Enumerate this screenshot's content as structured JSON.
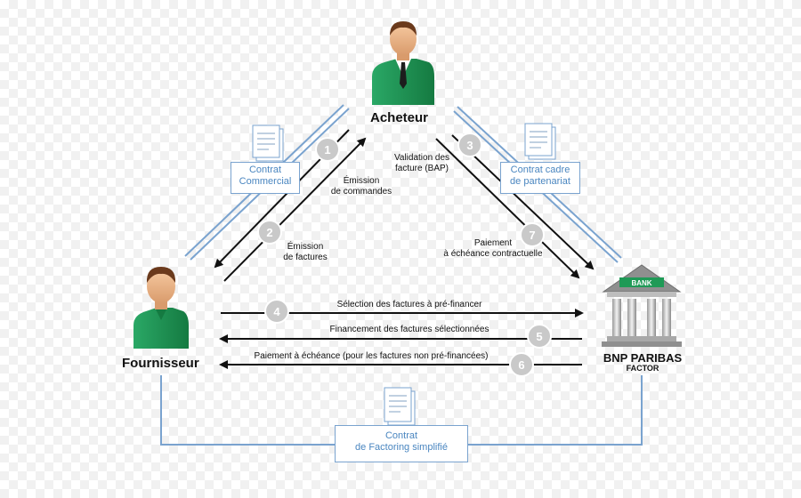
{
  "actors": {
    "buyer": "Acheteur",
    "supplier": "Fournisseur",
    "factor_name": "BNP PARIBAS",
    "factor_sub": "FACTOR",
    "bank_sign": "BANK"
  },
  "contracts": {
    "commercial": [
      "Contrat",
      "Commercial"
    ],
    "partnership": [
      "Contrat cadre",
      "de partenariat"
    ],
    "factoring": [
      "Contrat",
      "de Factoring simplifié"
    ]
  },
  "steps": [
    {
      "n": "1",
      "text": [
        "Émission",
        "de commandes"
      ]
    },
    {
      "n": "2",
      "text": [
        "Émission",
        "de factures"
      ]
    },
    {
      "n": "3",
      "text": [
        "Validation des",
        "facture (BAP)"
      ]
    },
    {
      "n": "4",
      "text": [
        "Sélection des factures à pré-financer"
      ]
    },
    {
      "n": "5",
      "text": [
        "Financement des factures sélectionnées"
      ]
    },
    {
      "n": "6",
      "text": [
        "Paiement à échéance (pour les factures non pré-financées)"
      ]
    },
    {
      "n": "7",
      "text": [
        "Paiement",
        "à échéance contractuelle"
      ]
    }
  ],
  "colors": {
    "suit": "#1f9a56",
    "blue_line": "#7aa3cf",
    "arrow": "#111111",
    "badge": "#c9c9c9"
  },
  "icons": [
    "buyer-person-icon",
    "supplier-person-icon",
    "bank-icon",
    "document-icon"
  ]
}
